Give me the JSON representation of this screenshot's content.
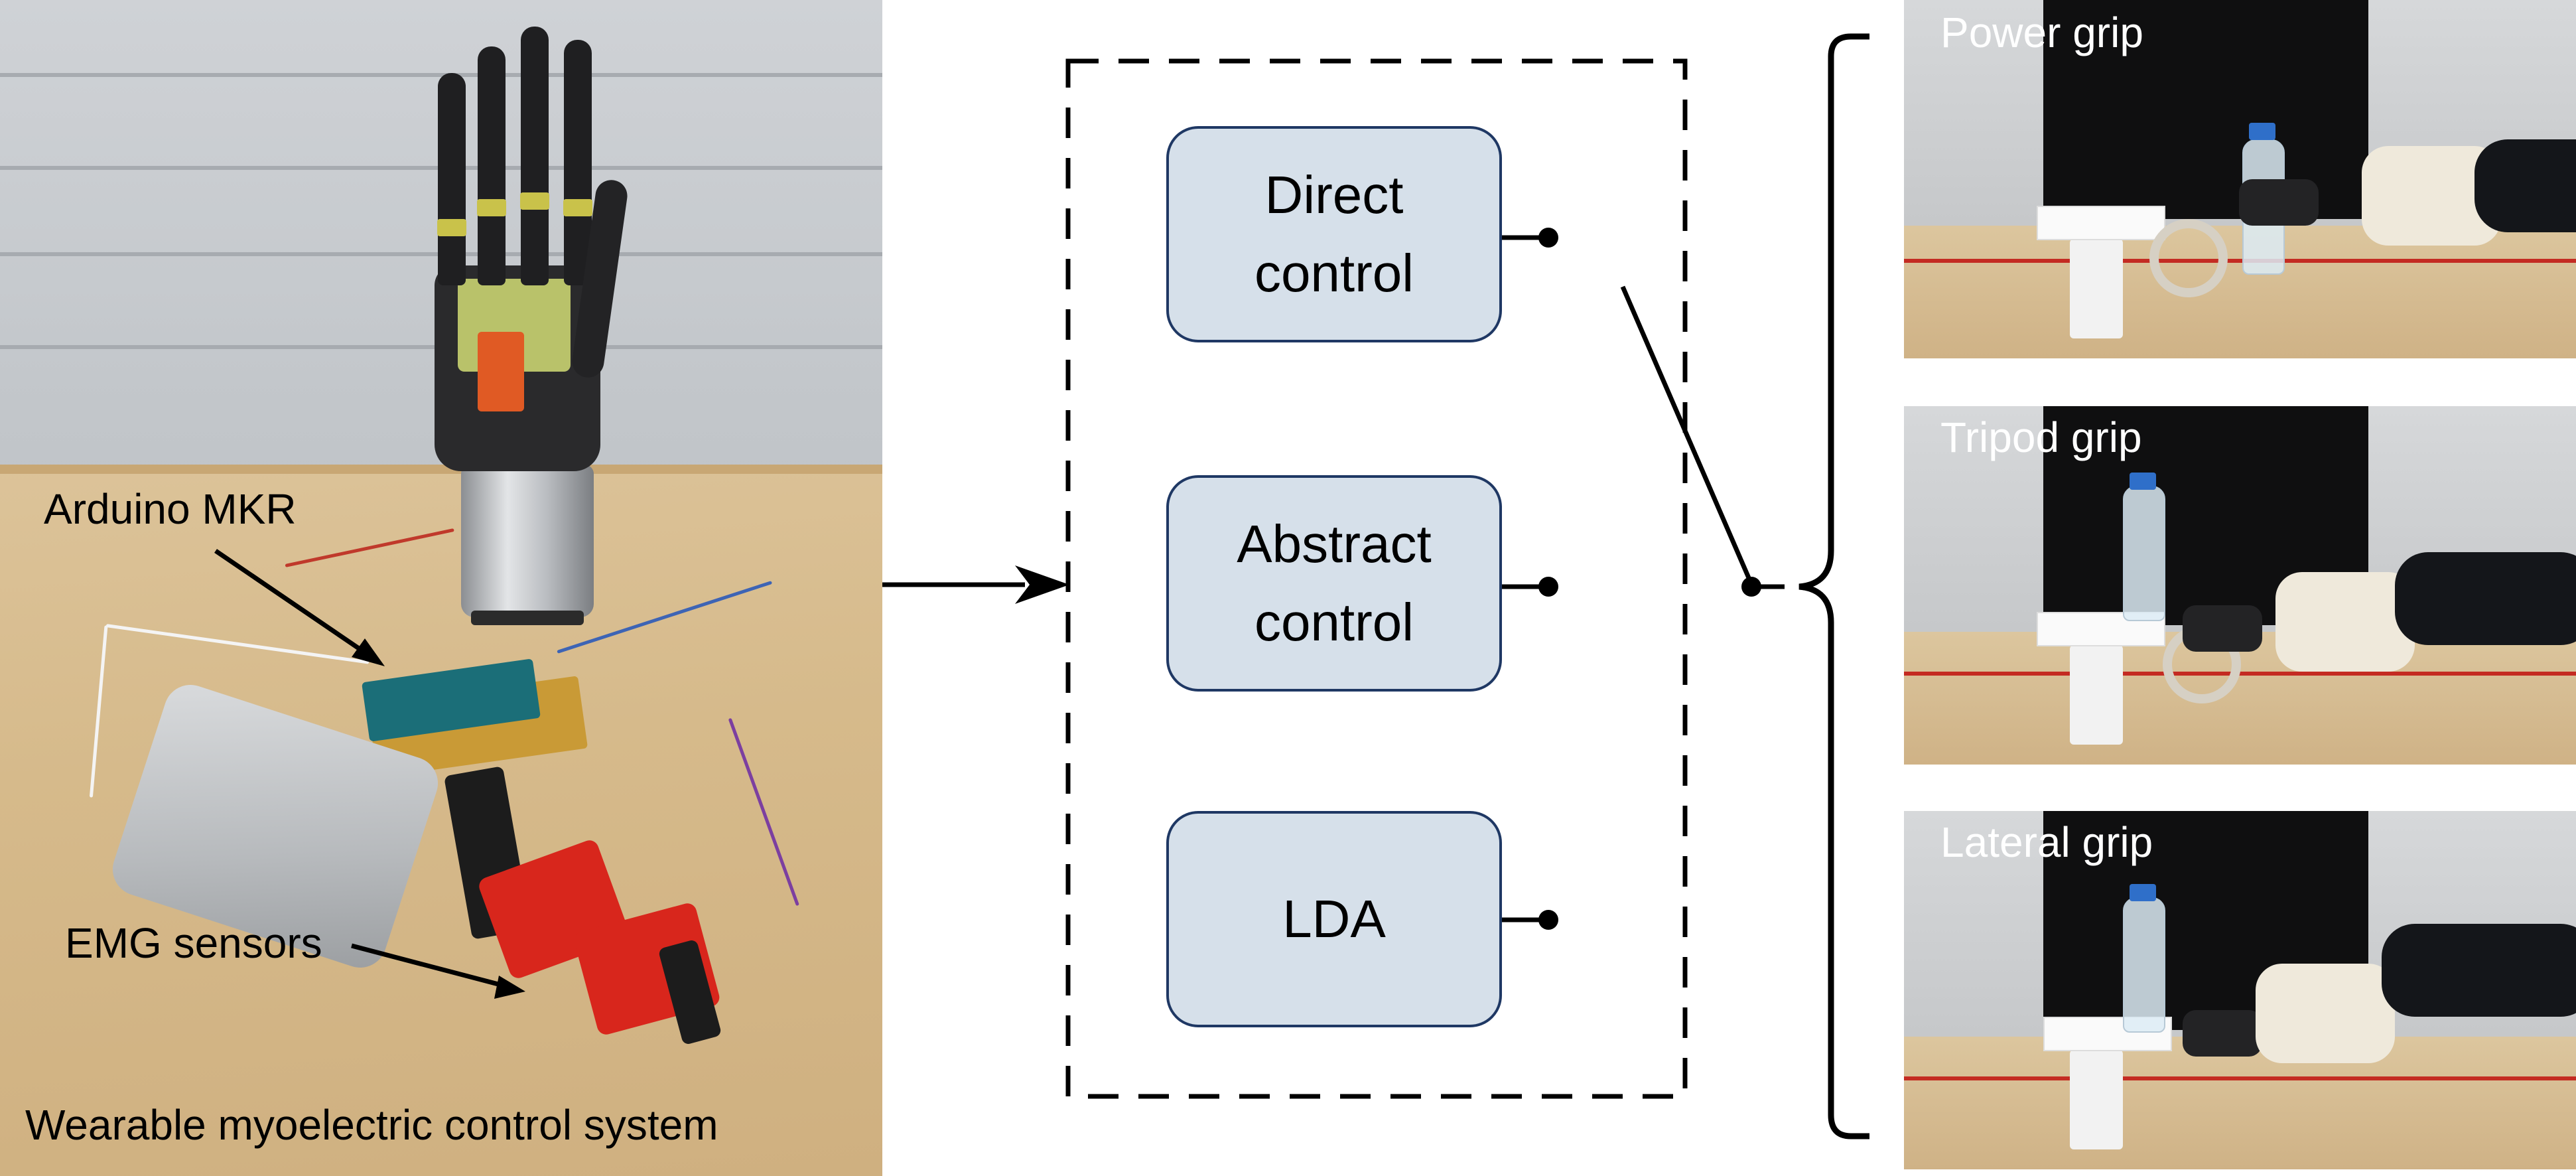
{
  "left_panel": {
    "caption": "Wearable myoelectric control system",
    "arduino_label": "Arduino MKR",
    "emg_label": "EMG sensors"
  },
  "control_methods": [
    {
      "label_line1": "Direct",
      "label_line2": "control"
    },
    {
      "label_line1": "Abstract",
      "label_line2": "control"
    },
    {
      "label_line1": "LDA",
      "label_line2": ""
    }
  ],
  "grips": [
    {
      "label": "Power grip"
    },
    {
      "label": "Tripod grip"
    },
    {
      "label": "Lateral grip"
    }
  ],
  "colors": {
    "box_fill": "#d6e0ea",
    "box_border": "#1f3864",
    "lines": "#000000"
  }
}
